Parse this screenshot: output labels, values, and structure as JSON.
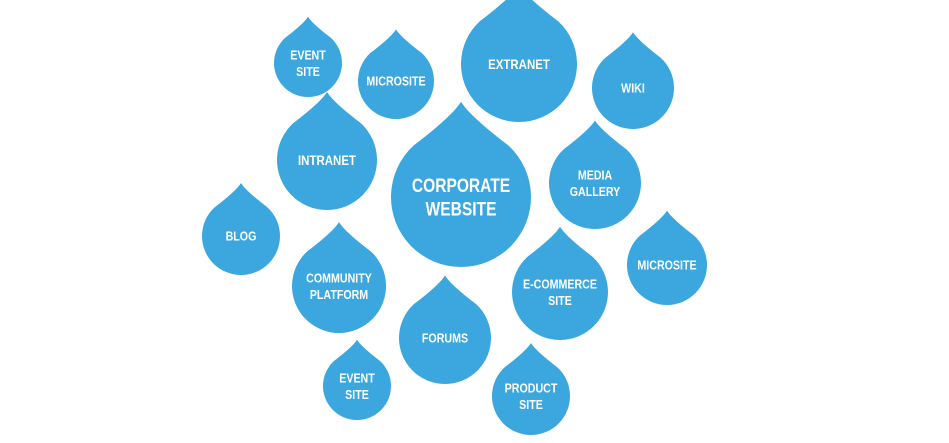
{
  "diagram": {
    "color": "#3ba7de",
    "drops": [
      {
        "id": "event-site-top",
        "lines": [
          "EVENT",
          "SITE"
        ]
      },
      {
        "id": "microsite-top",
        "lines": [
          "MICROSITE"
        ]
      },
      {
        "id": "extranet",
        "lines": [
          "EXTRANET"
        ]
      },
      {
        "id": "wiki",
        "lines": [
          "WIKI"
        ]
      },
      {
        "id": "intranet",
        "lines": [
          "INTRANET"
        ]
      },
      {
        "id": "corporate-website",
        "lines": [
          "CORPORATE",
          "WEBSITE"
        ]
      },
      {
        "id": "media-gallery",
        "lines": [
          "MEDIA",
          "GALLERY"
        ]
      },
      {
        "id": "blog",
        "lines": [
          "BLOG"
        ]
      },
      {
        "id": "community-platform",
        "lines": [
          "COMMUNITY",
          "PLATFORM"
        ]
      },
      {
        "id": "e-commerce-site",
        "lines": [
          "E-COMMERCE",
          "SITE"
        ]
      },
      {
        "id": "microsite-right",
        "lines": [
          "MICROSITE"
        ]
      },
      {
        "id": "forums",
        "lines": [
          "FORUMS"
        ]
      },
      {
        "id": "event-site-bottom",
        "lines": [
          "EVENT",
          "SITE"
        ]
      },
      {
        "id": "product-site",
        "lines": [
          "PRODUCT",
          "SITE"
        ]
      }
    ]
  }
}
